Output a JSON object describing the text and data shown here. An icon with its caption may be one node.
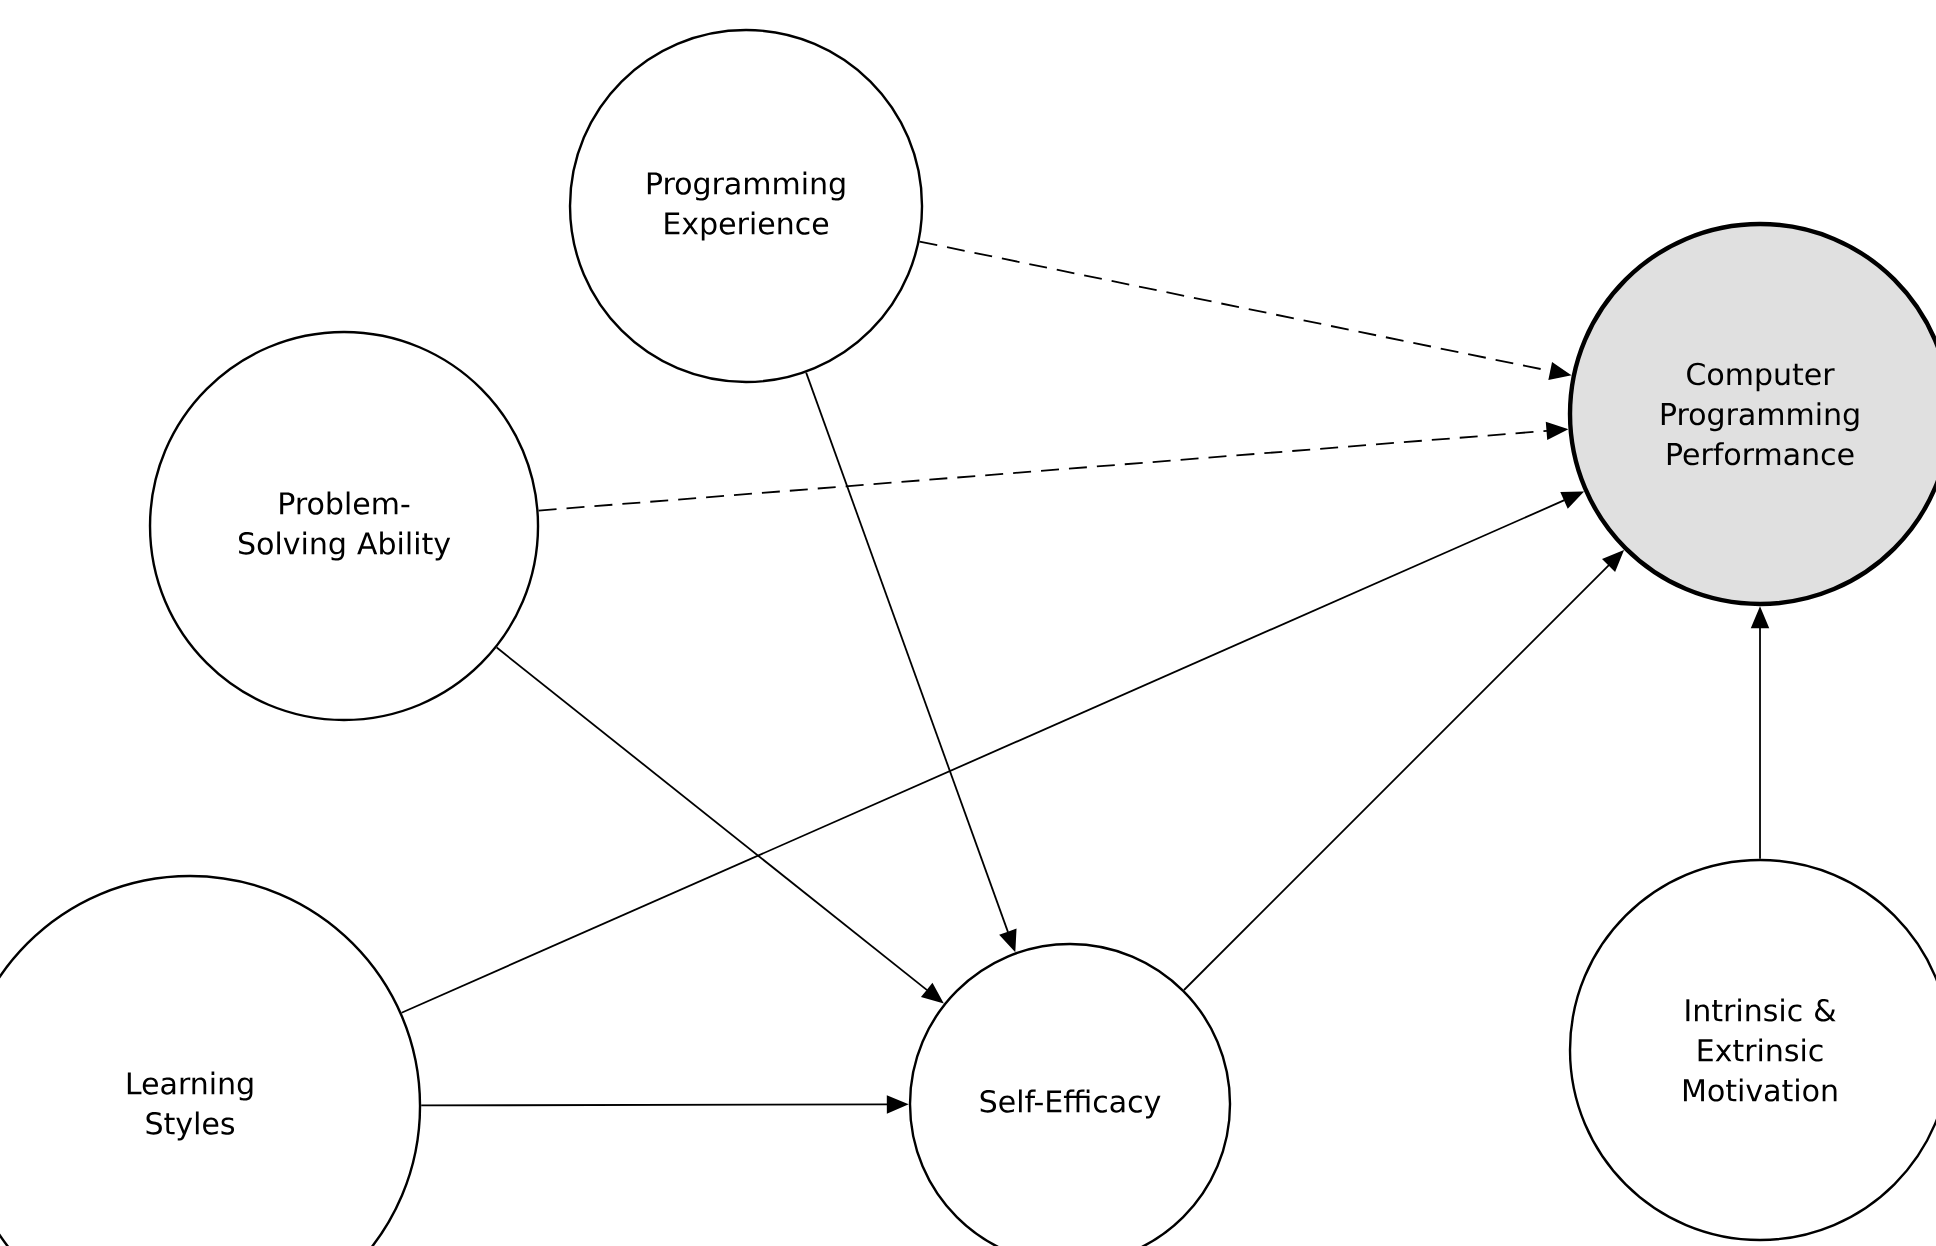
{
  "diagram": {
    "nodes": [
      {
        "text": [
          "Programming Experience"
        ]
      },
      {
        "text": [
          "Problem-Solving Ability"
        ]
      },
      {
        "text": [
          "Computer Programming Performance"
        ]
      },
      {
        "text": [
          "Learning Styles"
        ]
      },
      {
        "text": [
          "Self-Efficacy"
        ]
      },
      {
        "text": [
          "Intrinsic & Extrinsic Motivation"
        ]
      }
    ],
    "edges": [
      {
        "from": 0,
        "to": 2,
        "arrow": "to",
        "style": "dashed"
      },
      {
        "from": 1,
        "to": 2,
        "arrow": "to",
        "style": "dashed"
      },
      {
        "from": 0,
        "to": 4,
        "arrow": "to"
      },
      {
        "from": 1,
        "to": 4,
        "arrow": "to"
      },
      {
        "from": 3,
        "to": 2,
        "arrow": "to"
      },
      {
        "from": 3,
        "to": 4,
        "arrow": "to"
      },
      {
        "from": 4,
        "to": 2,
        "arrow": "to"
      },
      {
        "from": 5,
        "to": 2,
        "arrow": "to"
      }
    ]
  }
}
